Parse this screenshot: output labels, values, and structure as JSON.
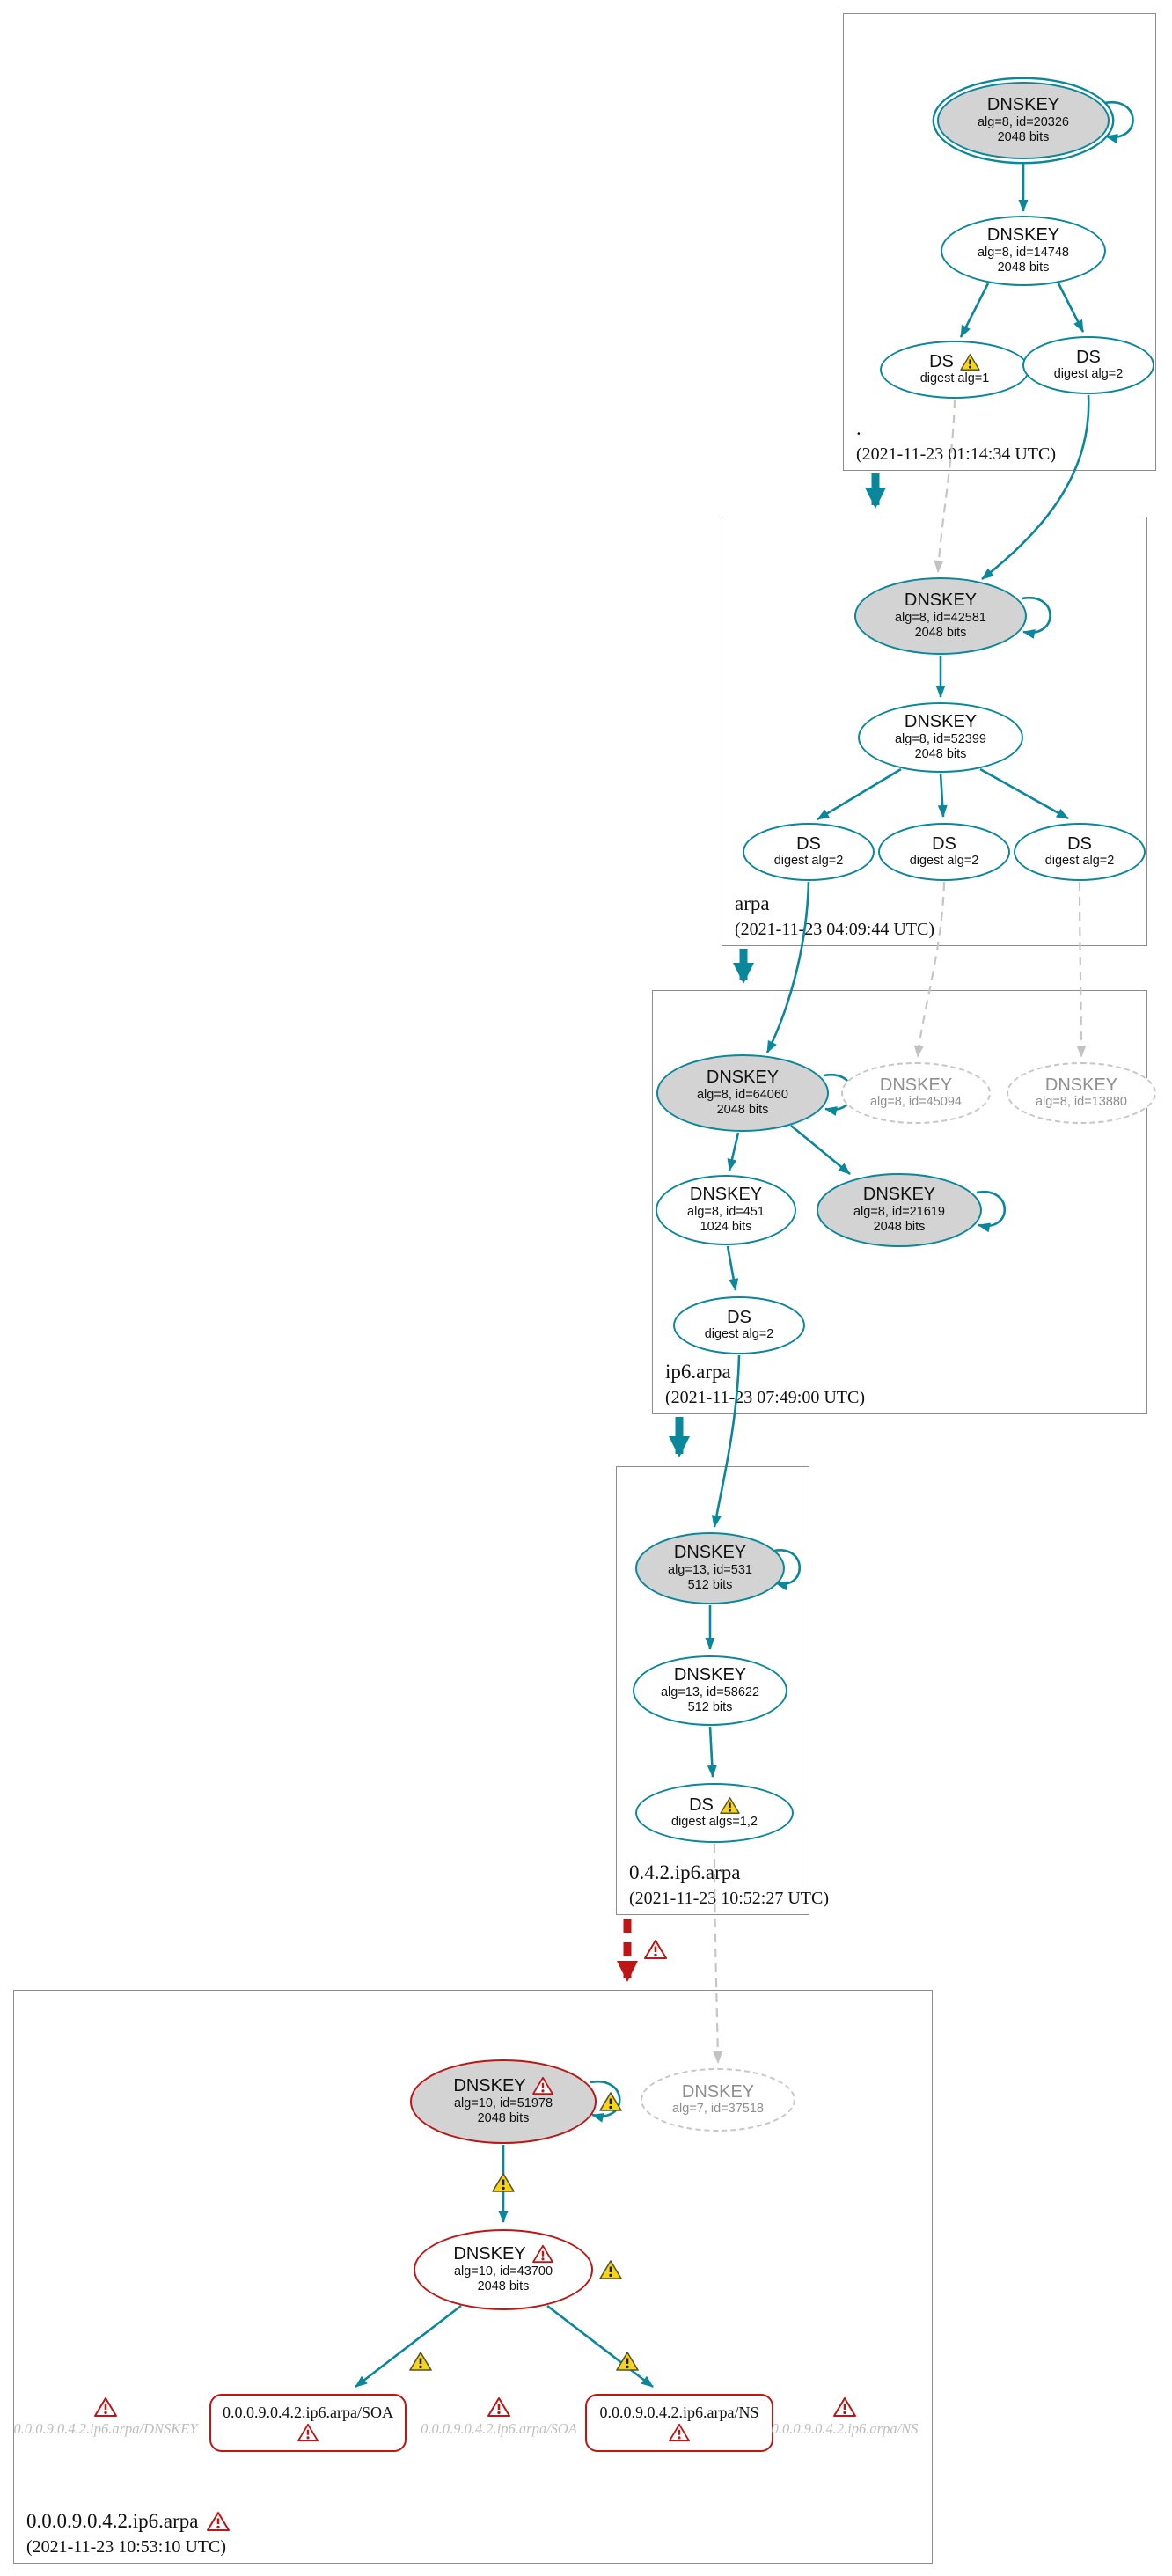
{
  "diagram_type": "dnssec-authentication-chain",
  "zones": [
    {
      "name": ".",
      "timestamp": "(2021-11-23 01:14:34 UTC)",
      "ksk": {
        "title": "DNSKEY",
        "alg": "alg=8, id=20326",
        "bits": "2048 bits"
      },
      "zsk": {
        "title": "DNSKEY",
        "alg": "alg=8, id=14748",
        "bits": "2048 bits"
      },
      "ds": [
        {
          "title": "DS",
          "digest": "digest alg=1"
        },
        {
          "title": "DS",
          "digest": "digest alg=2"
        }
      ]
    },
    {
      "name": "arpa",
      "timestamp": "(2021-11-23 04:09:44 UTC)",
      "ksk": {
        "title": "DNSKEY",
        "alg": "alg=8, id=42581",
        "bits": "2048 bits"
      },
      "zsk": {
        "title": "DNSKEY",
        "alg": "alg=8, id=52399",
        "bits": "2048 bits"
      },
      "ds": [
        {
          "title": "DS",
          "digest": "digest alg=2"
        },
        {
          "title": "DS",
          "digest": "digest alg=2"
        },
        {
          "title": "DS",
          "digest": "digest alg=2"
        }
      ]
    },
    {
      "name": "ip6.arpa",
      "timestamp": "(2021-11-23 07:49:00 UTC)",
      "ksk": {
        "title": "DNSKEY",
        "alg": "alg=8, id=64060",
        "bits": "2048 bits"
      },
      "ksk2": {
        "title": "DNSKEY",
        "alg": "alg=8, id=21619",
        "bits": "2048 bits"
      },
      "zsk": {
        "title": "DNSKEY",
        "alg": "alg=8, id=451",
        "bits": "1024 bits"
      },
      "missing": [
        {
          "title": "DNSKEY",
          "alg": "alg=8, id=45094"
        },
        {
          "title": "DNSKEY",
          "alg": "alg=8, id=13880"
        }
      ],
      "ds": [
        {
          "title": "DS",
          "digest": "digest alg=2"
        }
      ]
    },
    {
      "name": "0.4.2.ip6.arpa",
      "timestamp": "(2021-11-23 10:52:27 UTC)",
      "ksk": {
        "title": "DNSKEY",
        "alg": "alg=13, id=531",
        "bits": "512 bits"
      },
      "zsk": {
        "title": "DNSKEY",
        "alg": "alg=13, id=58622",
        "bits": "512 bits"
      },
      "ds": [
        {
          "title": "DS",
          "digest": "digest algs=1,2"
        }
      ]
    },
    {
      "name": "0.0.0.9.0.4.2.ip6.arpa",
      "timestamp": "(2021-11-23 10:53:10 UTC)",
      "ksk": {
        "title": "DNSKEY",
        "alg": "alg=10, id=51978",
        "bits": "2048 bits"
      },
      "zsk": {
        "title": "DNSKEY",
        "alg": "alg=10, id=43700",
        "bits": "2048 bits"
      },
      "missing": [
        {
          "title": "DNSKEY",
          "alg": "alg=7, id=37518"
        }
      ],
      "rrsets": [
        {
          "label": "0.0.0.9.0.4.2.ip6.arpa/SOA"
        },
        {
          "label": "0.0.0.9.0.4.2.ip6.arpa/NS"
        }
      ],
      "faded": [
        {
          "label": "0.0.0.9.0.4.2.ip6.arpa/DNSKEY"
        },
        {
          "label": "0.0.0.9.0.4.2.ip6.arpa/SOA"
        },
        {
          "label": "0.0.0.9.0.4.2.ip6.arpa/NS"
        }
      ]
    }
  ],
  "colors": {
    "secure": "#0a879a",
    "bogus": "#be1515",
    "warning": "#f7d414",
    "key_fill": "#d3d3d3"
  }
}
